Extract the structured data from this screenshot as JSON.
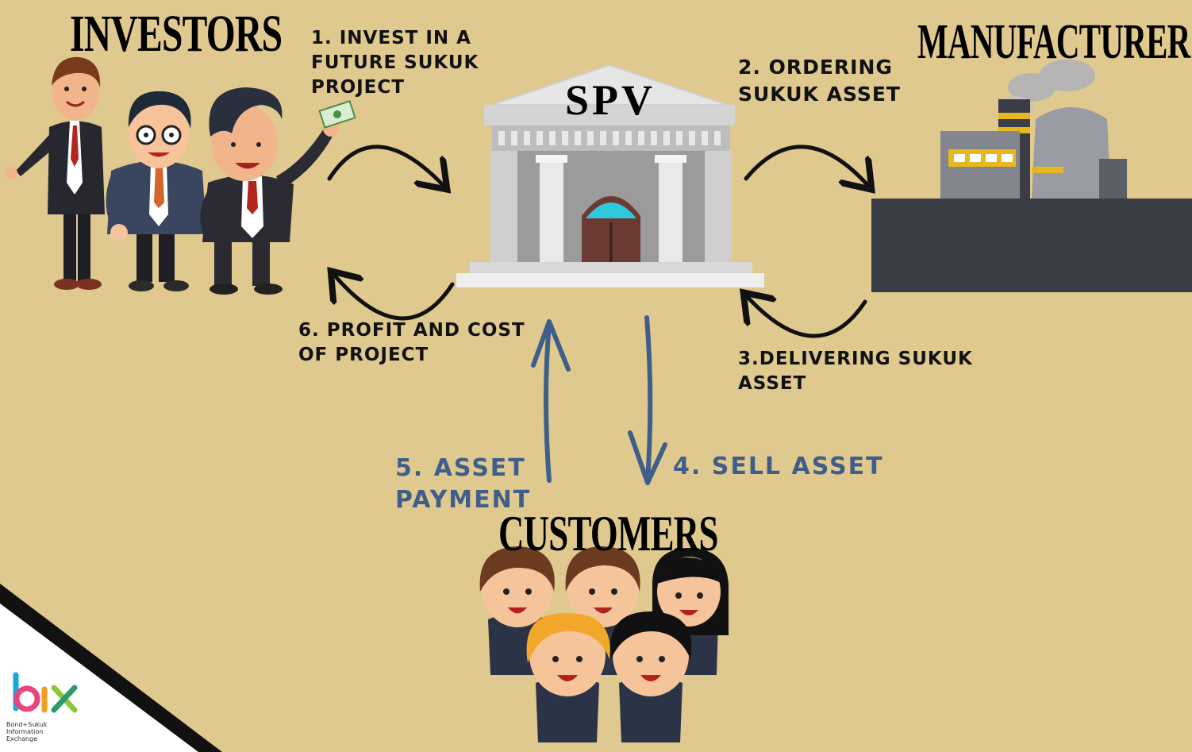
{
  "actors": {
    "investors": "INVESTORS",
    "spv": "SPV",
    "manufacturer": "MANUFACTURER",
    "customers": "CUSTOMERS"
  },
  "steps": {
    "s1": "1. INVEST IN A\nFUTURE SUKUK\nPROJECT",
    "s2": "2. ORDERING\nSUKUK ASSET",
    "s3": "3.DELIVERING SUKUK\nASSET",
    "s4": "4. SELL ASSET",
    "s5": "5. ASSET\nPAYMENT",
    "s6": "6. PROFIT AND COST\nOF PROJECT"
  },
  "logo": {
    "word": "bix",
    "caption": "Bond+Sukuk\nInformation\nExchange"
  },
  "colors": {
    "background": "#e0c98f",
    "flow_arrow": "#111111",
    "customer_arrow": "#3f5f8a",
    "factory_ground": "#3a3d45"
  }
}
